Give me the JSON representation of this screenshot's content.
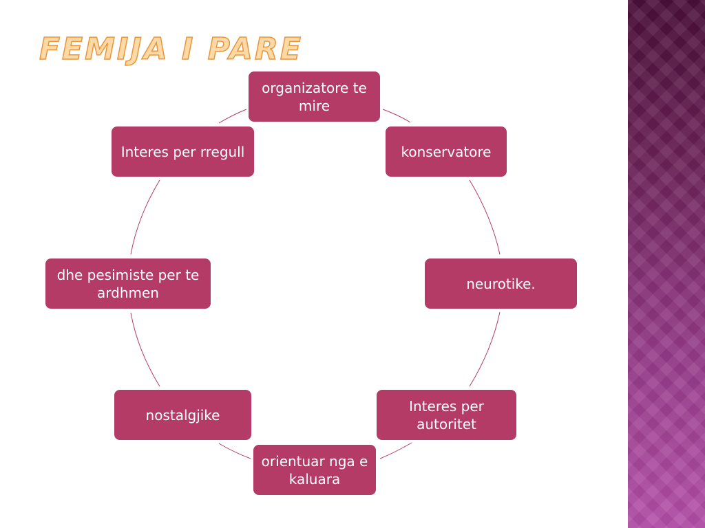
{
  "slide": {
    "title": "Femija i pare"
  },
  "cycle": {
    "items": [
      {
        "label": "organizatore te mire"
      },
      {
        "label": "konservatore"
      },
      {
        "label": "neurotike."
      },
      {
        "label": "Interes per autoritet"
      },
      {
        "label": "orientuar nga e kaluara"
      },
      {
        "label": "nostalgjike"
      },
      {
        "label": "dhe pesimiste per te ardhmen"
      },
      {
        "label": "Interes per rregull"
      }
    ]
  },
  "colors": {
    "node_fill": "#b33b66",
    "connector": "#b33b66",
    "title_fill": "#fcd9a6",
    "title_outline": "#e8963a",
    "band_top": "#4a0f3a",
    "band_bottom": "#b44fa9"
  }
}
